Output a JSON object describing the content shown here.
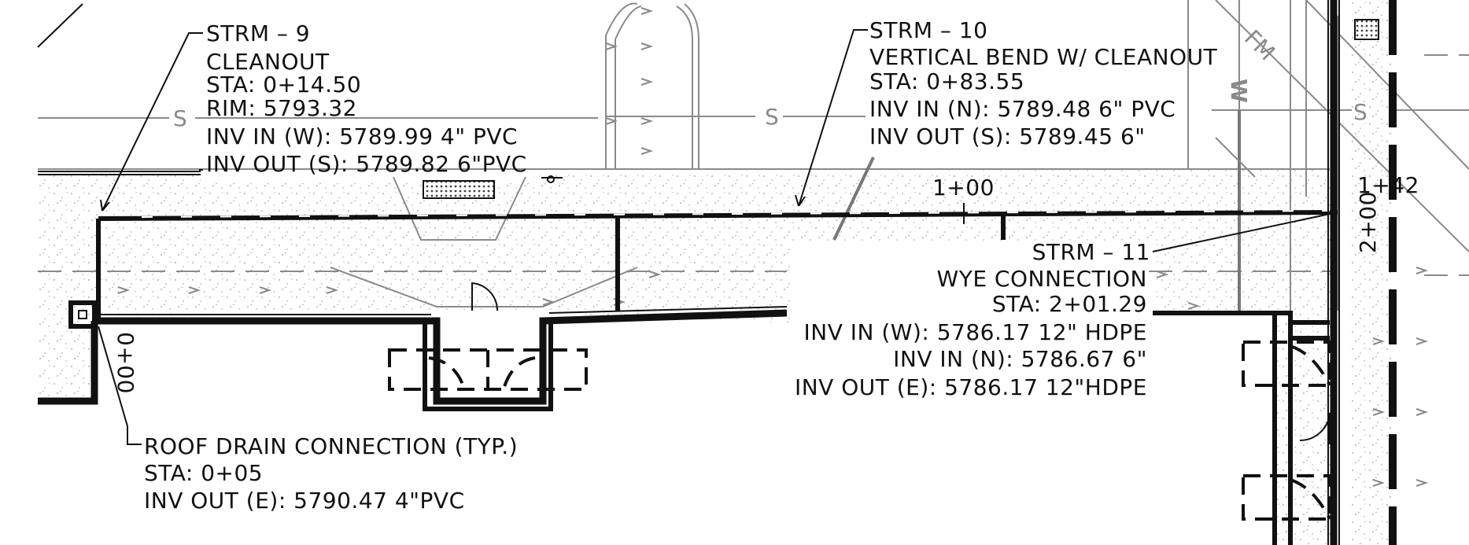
{
  "drawing": {
    "callouts": {
      "strm9": [
        "STRM – 9",
        "CLEANOUT",
        "STA:  0+14.50",
        "RIM:  5793.32",
        "INV IN (W): 5789.99  4\" PVC",
        "INV OUT (S): 5789.82  6\"PVC"
      ],
      "strm10": [
        "STRM – 10",
        "VERTICAL BEND W/ CLEANOUT",
        "STA:  0+83.55",
        "INV IN (N): 5789.48  6\" PVC",
        "INV OUT (S): 5789.45  6\""
      ],
      "strm11": [
        "STRM – 11",
        "WYE CONNECTION",
        "STA:  2+01.29",
        "INV IN (W): 5786.17  12\" HDPE",
        "INV IN (N): 5786.67  6\"",
        "INV OUT (E): 5786.17  12\"HDPE"
      ],
      "roof_drain": [
        "ROOF DRAIN CONNECTION (TYP.)",
        "STA:  0+05",
        "INV OUT (E): 5790.47  4\"PVC"
      ]
    },
    "stations": {
      "sta_0_00": "0+00",
      "sta_1_00": "1+00",
      "sta_1_42": "1+42",
      "sta_2_00": "2+00"
    },
    "utility_labels": {
      "sewer": "S",
      "water": "W",
      "force_main": "FM"
    },
    "colors": {
      "linework": "#111111",
      "existing": "#8a8a8a",
      "hatch": "#9a9a9a"
    }
  }
}
